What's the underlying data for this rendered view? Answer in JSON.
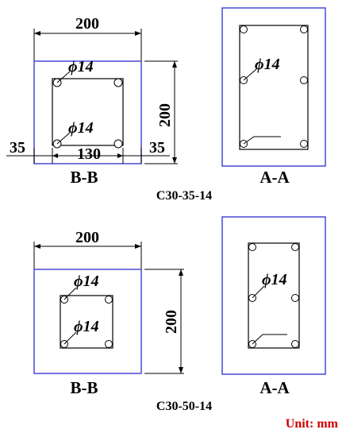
{
  "diagram_1": {
    "bb_width_dim": "200",
    "bb_height_dim": "200",
    "bb_bar_top": "ϕ14",
    "bb_bar_bottom": "ϕ14",
    "bb_cover_left": "35",
    "bb_core_width": "130",
    "bb_cover_right": "35",
    "bb_label": "B-B",
    "aa_bar": "ϕ14",
    "aa_label": "A-A",
    "caption": "C30-35-14"
  },
  "diagram_2": {
    "bb_width_dim": "200",
    "bb_height_dim": "200",
    "bb_bar_top": "ϕ14",
    "bb_bar_bottom": "ϕ14",
    "bb_label": "B-B",
    "aa_bar": "ϕ14",
    "aa_label": "A-A",
    "caption": "C30-50-14"
  },
  "unit": "Unit: mm",
  "colors": {
    "outline": "#3b3bd6",
    "line": "#000000",
    "unit": "#cc0000"
  }
}
